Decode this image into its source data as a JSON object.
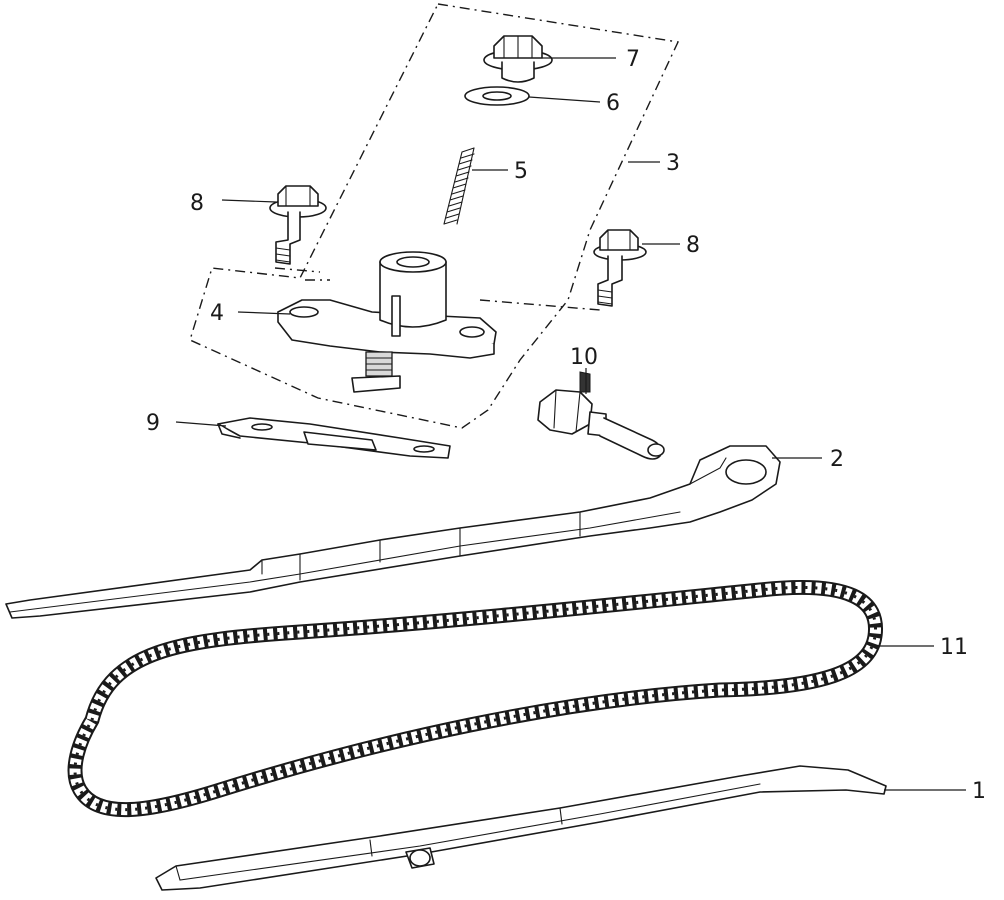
{
  "diagram": {
    "callouts": {
      "c1": "1",
      "c2": "2",
      "c3": "3",
      "c4": "4",
      "c5": "5",
      "c6": "6",
      "c7": "7",
      "c8a": "8",
      "c8b": "8",
      "c9": "9",
      "c10": "10",
      "c11": "11"
    },
    "ink_color": "#1a1a1a",
    "background": "#ffffff"
  }
}
